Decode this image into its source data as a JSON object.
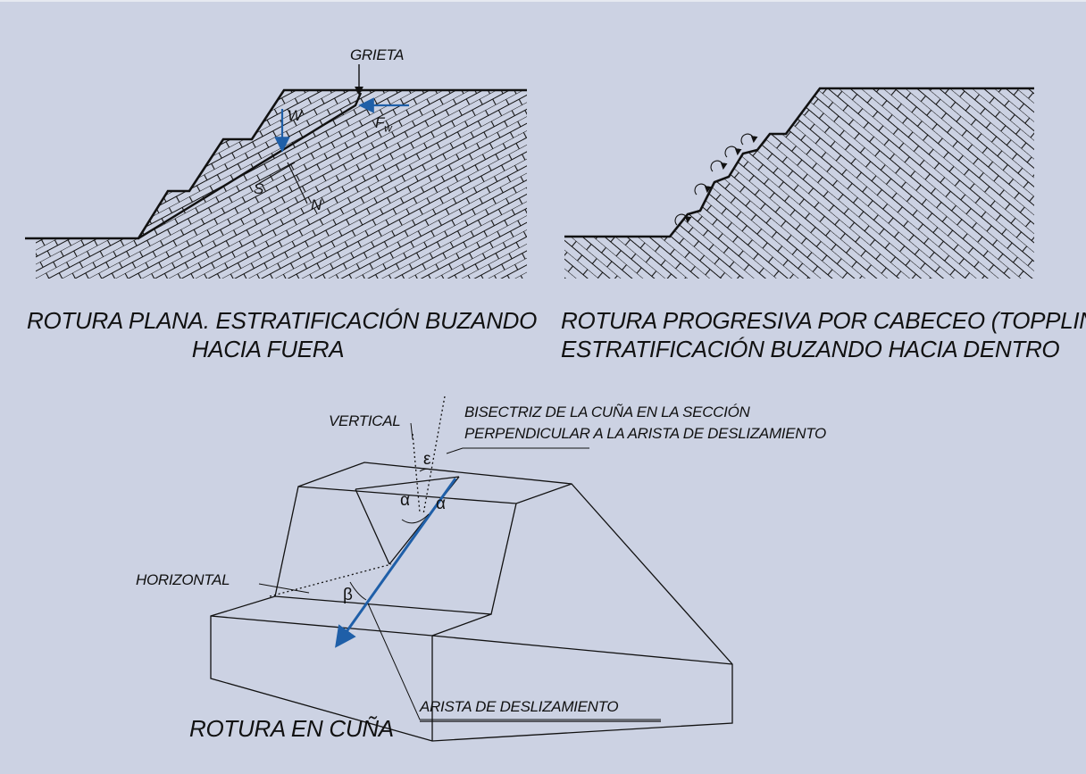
{
  "colors": {
    "background": "#ccd2e3",
    "ink": "#111111",
    "accent": "#1f5fa8"
  },
  "plane_failure": {
    "caption_line1": "ROTURA PLANA. ESTRATIFICACIÓN BUZANDO",
    "caption_line2": "HACIA FUERA",
    "label_crack": "GRIETA",
    "label_weight": "W",
    "label_water_force": "F",
    "label_water_force_sub": "w",
    "label_shear": "S",
    "label_normal": "N"
  },
  "toppling_failure": {
    "caption_line1": "ROTURA PROGRESIVA POR CABECEO (TOPPLING).",
    "caption_line2": "ESTRATIFICACIÓN BUZANDO HACIA DENTRO"
  },
  "wedge_failure": {
    "caption": "ROTURA EN CUÑA",
    "label_vertical": "VERTICAL",
    "label_bisector_line1": "BISECTRIZ DE LA CUÑA EN LA SECCIÓN",
    "label_bisector_line2": "PERPENDICULAR A LA ARISTA DE DESLIZAMIENTO",
    "label_horizontal": "HORIZONTAL",
    "label_slide_edge": "ARISTA DE DESLIZAMIENTO",
    "symbol_epsilon": "ε",
    "symbol_alpha": "α",
    "symbol_beta": "β"
  }
}
